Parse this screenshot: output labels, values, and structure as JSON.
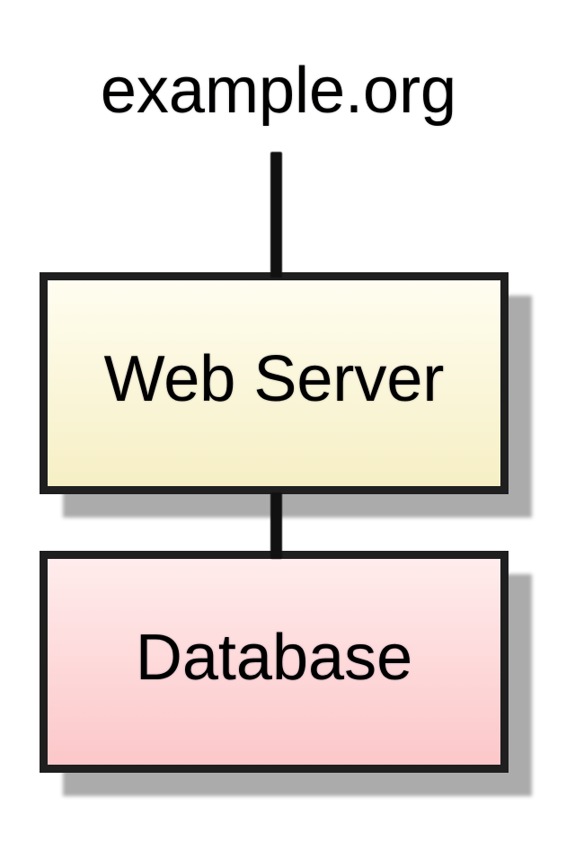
{
  "diagram": {
    "type": "network-architecture",
    "domain_label": "example.org",
    "nodes": [
      {
        "id": "webserver",
        "label": "Web Server",
        "fill": "yellow-gradient"
      },
      {
        "id": "database",
        "label": "Database",
        "fill": "pink-gradient"
      }
    ],
    "edges": [
      {
        "from": "example.org",
        "to": "Web Server"
      },
      {
        "from": "Web Server",
        "to": "Database"
      }
    ]
  },
  "colors": {
    "background": "#ffffff",
    "text": "#000000",
    "line": "#111111",
    "border": "#1f1f1f",
    "shadow": "#ababab",
    "ws-fill-top": "#fffdf0",
    "ws-fill-bottom": "#f6efc5",
    "db-fill-top": "#ffecec",
    "db-fill-bottom": "#fcc7c9"
  }
}
